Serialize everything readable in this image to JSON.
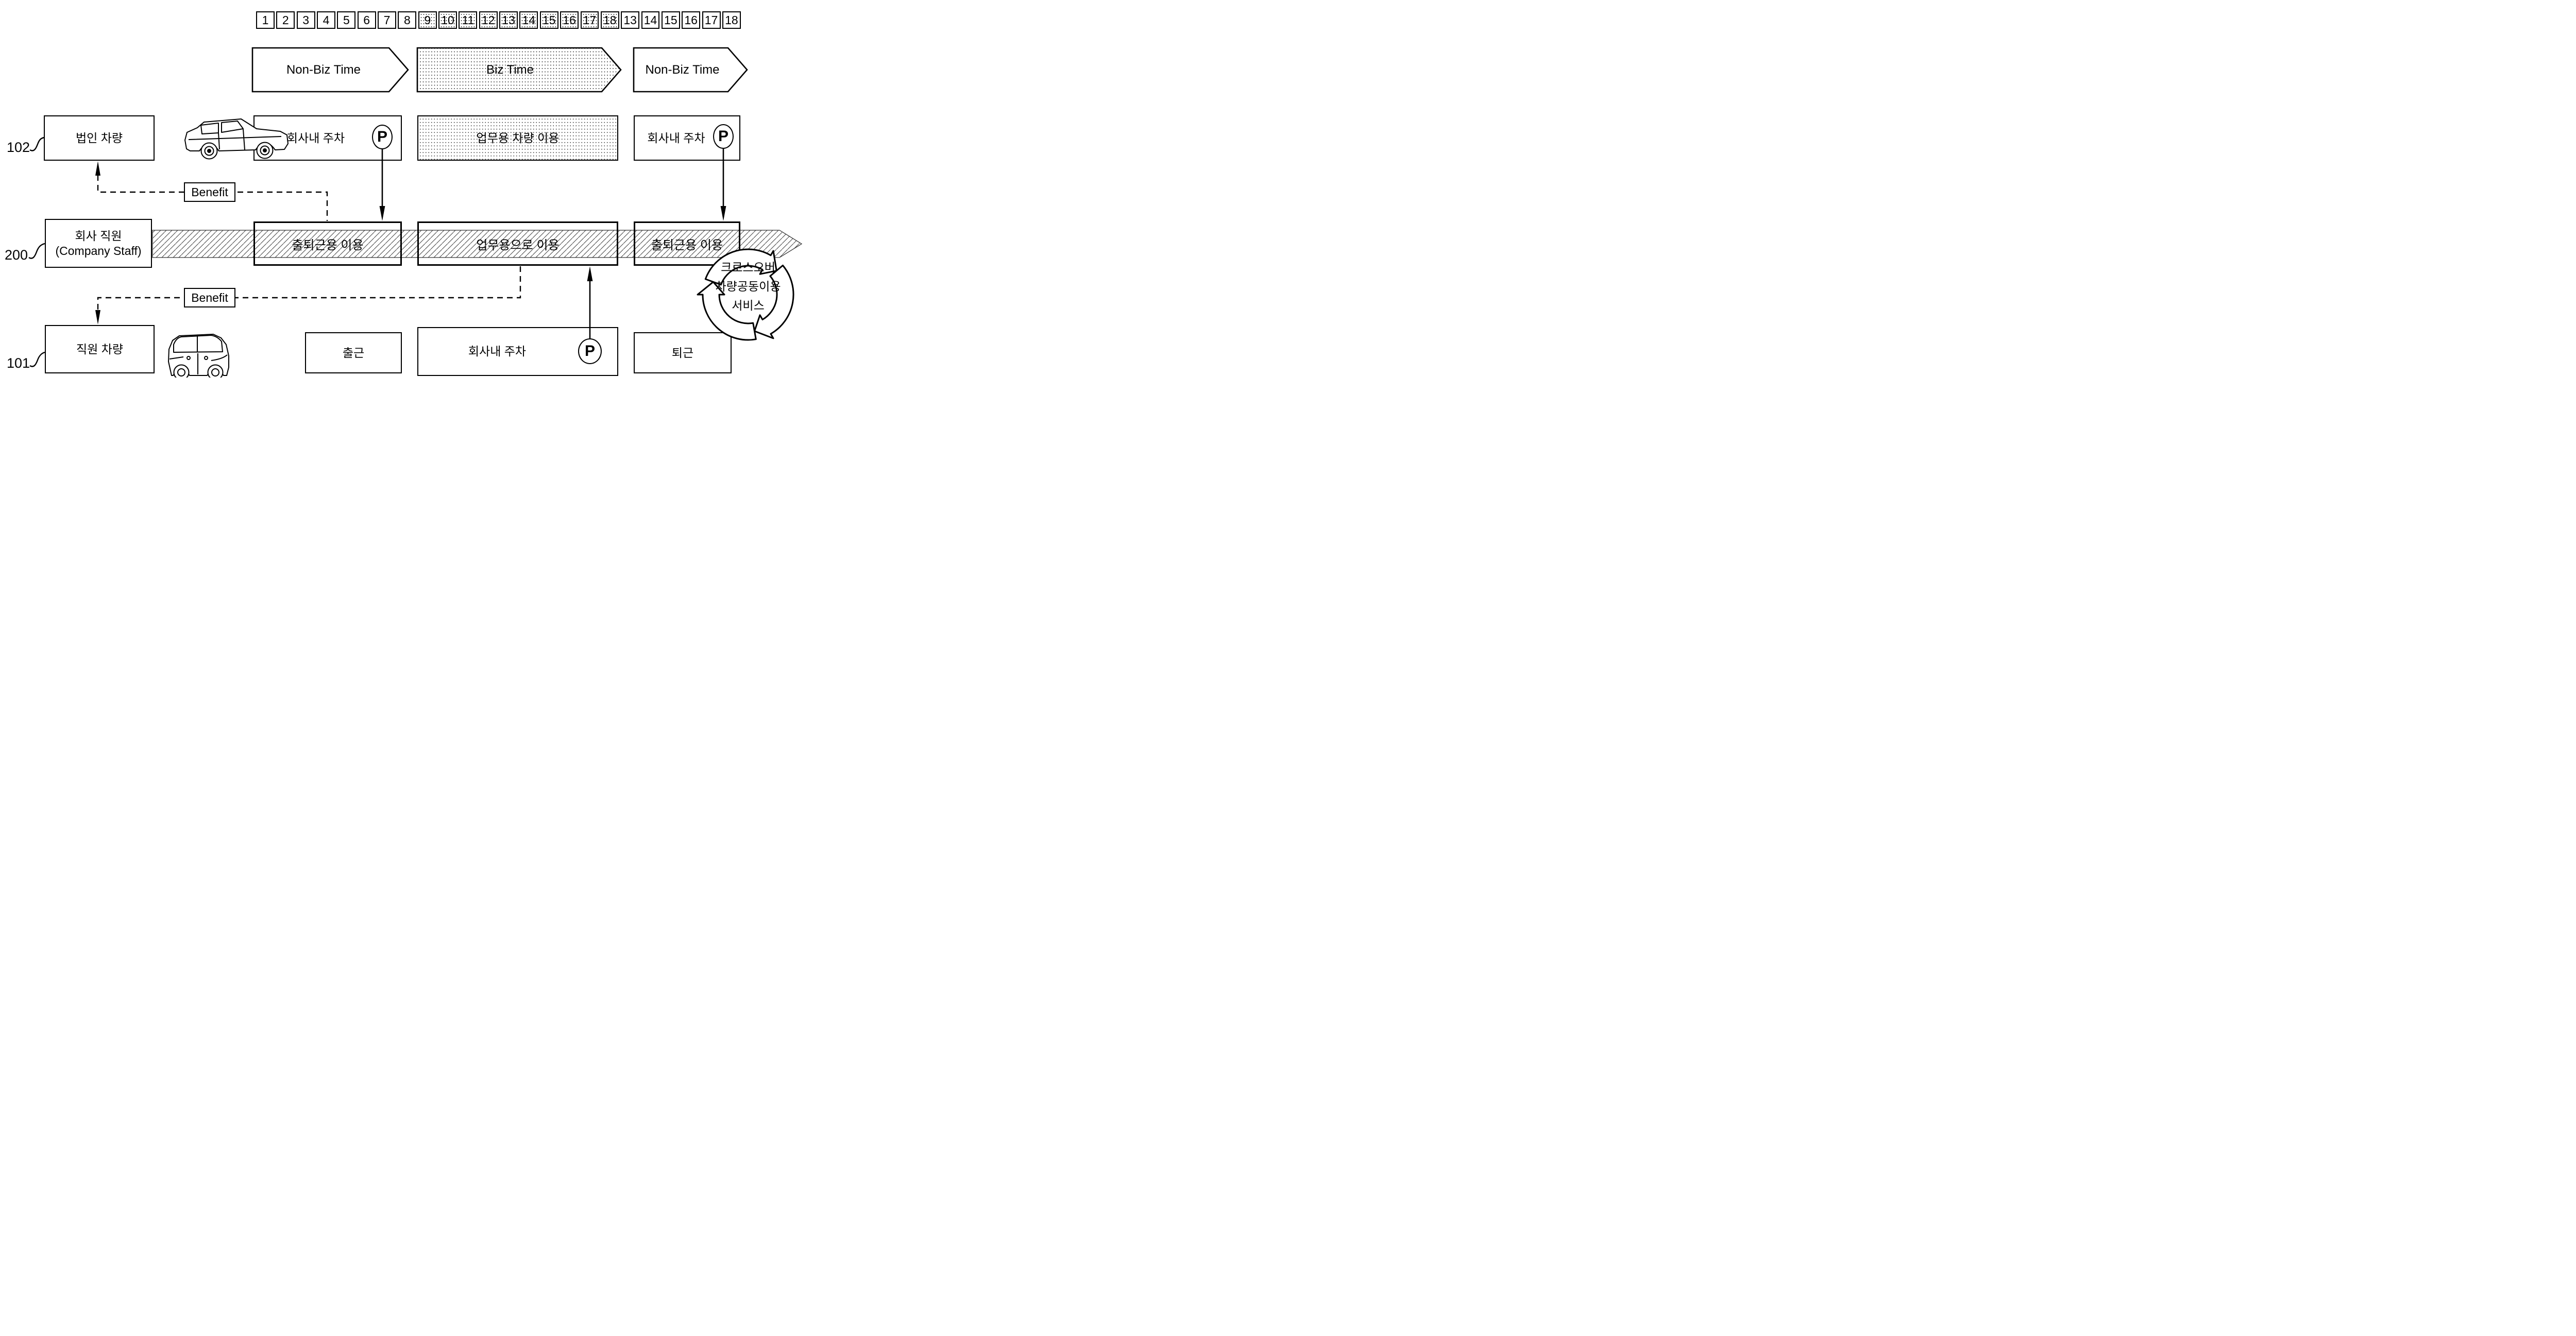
{
  "figure": {
    "timeline_cells": [
      {
        "label": "1",
        "shaded": false
      },
      {
        "label": "2",
        "shaded": false
      },
      {
        "label": "3",
        "shaded": false
      },
      {
        "label": "4",
        "shaded": false
      },
      {
        "label": "5",
        "shaded": false
      },
      {
        "label": "6",
        "shaded": false
      },
      {
        "label": "7",
        "shaded": false
      },
      {
        "label": "8",
        "shaded": false
      },
      {
        "label": "9",
        "shaded": true
      },
      {
        "label": "10",
        "shaded": true
      },
      {
        "label": "11",
        "shaded": true
      },
      {
        "label": "12",
        "shaded": true
      },
      {
        "label": "13",
        "shaded": true
      },
      {
        "label": "14",
        "shaded": true
      },
      {
        "label": "15",
        "shaded": true
      },
      {
        "label": "16",
        "shaded": true
      },
      {
        "label": "17",
        "shaded": true
      },
      {
        "label": "18",
        "shaded": true
      },
      {
        "label": "13",
        "shaded": false
      },
      {
        "label": "14",
        "shaded": false
      },
      {
        "label": "15",
        "shaded": false
      },
      {
        "label": "16",
        "shaded": false
      },
      {
        "label": "17",
        "shaded": false
      },
      {
        "label": "18",
        "shaded": false
      }
    ],
    "phases": {
      "nonbiz1": "Non-Biz Time",
      "biz": "Biz Time",
      "nonbiz2": "Non-Biz Time"
    },
    "refs": {
      "corporate": "102",
      "staff": "200",
      "employee": "101"
    },
    "boxes": {
      "corporate_vehicle": "법인 차량",
      "company_staff_line1": "회사 직원",
      "company_staff_line2": "(Company Staff)",
      "employee_vehicle": "직원 차량",
      "parking_morning": "회사내 주차",
      "parking_evening": "회사내 주차",
      "parking_bottom": "회사내 주차",
      "biz_vehicle_use": "업무용 차량 이용",
      "commute_use_am": "출퇴근용 이용",
      "biz_use": "업무용으로 이용",
      "commute_use_pm": "출퇴근용 이용",
      "go_work": "출근",
      "leave_work": "퇴근"
    },
    "parking_symbol": "P",
    "benefit_upper": "Benefit",
    "benefit_lower": "Benefit",
    "service_note": {
      "line1": "크로스오버",
      "line2": "차량공동이용",
      "line3": "서비스"
    },
    "colors": {
      "ink": "#000000",
      "hatch": "#3f3f3f"
    }
  }
}
